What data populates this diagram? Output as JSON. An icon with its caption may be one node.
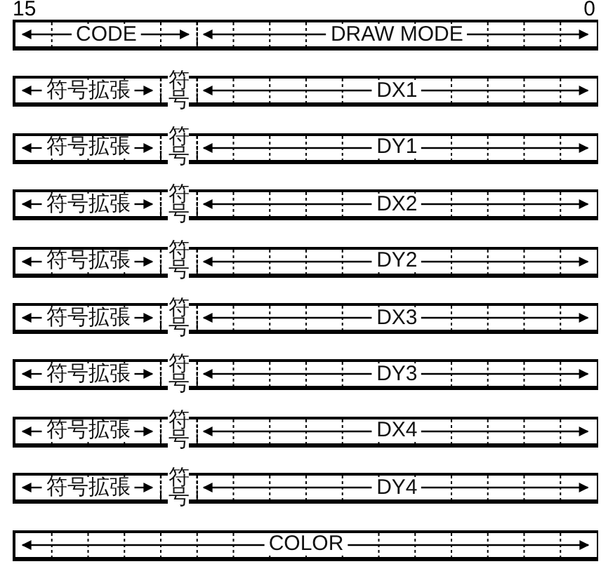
{
  "diagram": {
    "nodes": [
      {
        "text": [
          "CODE",
          "DRAW MODE"
        ]
      },
      {
        "text": [
          "符号拡張",
          "符号",
          "DX1"
        ]
      },
      {
        "text": [
          "符号拡張",
          "符号",
          "DY1"
        ]
      },
      {
        "text": [
          "符号拡張",
          "符号",
          "DX2"
        ]
      },
      {
        "text": [
          "符号拡張",
          "符号",
          "DY2"
        ]
      },
      {
        "text": [
          "符号拡張",
          "符号",
          "DX3"
        ]
      },
      {
        "text": [
          "符号拡張",
          "符号",
          "DY3"
        ]
      },
      {
        "text": [
          "符号拡張",
          "符号",
          "DX4"
        ]
      },
      {
        "text": [
          "符号拡張",
          "符号",
          "DY4"
        ]
      },
      {
        "text": [
          "COLOR"
        ]
      }
    ],
    "labels": [
      "15",
      "0"
    ]
  }
}
